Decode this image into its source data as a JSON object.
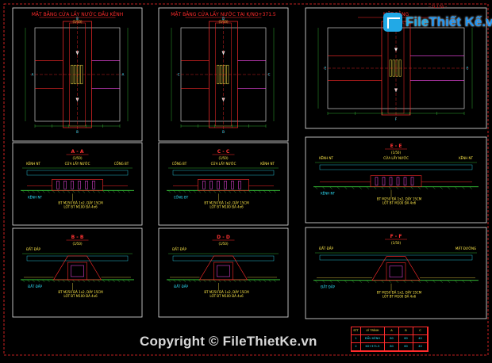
{
  "logo": {
    "brand": "File",
    "rest": "Thiết Kế",
    "tld": ".vn"
  },
  "copyright": "Copyright © FileThietKe.vn",
  "scale_note": "-- TL 1:50 --",
  "plans": [
    {
      "title": "MẶT BẰNG CỬA LẤY NƯỚC ĐẦU KÊNH",
      "scale": "(1/50)",
      "mark_a": "A",
      "mark_b": "B"
    },
    {
      "title": "MẶT BẰNG CỬA LẤY NƯỚC TẠI K/NO+371.5",
      "scale": "(1/50)",
      "mark_a": "C",
      "mark_b": "D"
    },
    {
      "title": "MẶT BẰNG",
      "scale": "(1/50)",
      "mark_a": "E",
      "mark_b": "F"
    }
  ],
  "sections": [
    {
      "title": "A - A",
      "scale": "(1/50)",
      "left": "KÊNH NT",
      "mid": "CỬA LẤY NƯỚC",
      "right": "CỐNG BT",
      "note1": "BT M250 ĐÁ 1x2, DÀY 15CM",
      "note2": "LÓT BT M100 ĐÁ 4x6"
    },
    {
      "title": "C - C",
      "scale": "(1/50)",
      "left": "CỐNG BT",
      "mid": "CỬA LẤY NƯỚC",
      "right": "KÊNH NT",
      "note1": "BT M250 ĐÁ 1x2, DÀY 15CM",
      "note2": "LÓT BT M100 ĐÁ 4x6"
    },
    {
      "title": "E - E",
      "scale": "(1/50)",
      "left": "KÊNH NT",
      "mid": "CỬA LẤY NƯỚC",
      "right": "KÊNH NT",
      "note1": "BT M250 ĐÁ 1x2, DÀY 15CM",
      "note2": "LÓT BT M100 ĐÁ 4x6"
    },
    {
      "title": "B - B",
      "scale": "(1/50)",
      "left": "ĐẤT ĐẮP",
      "mid": "",
      "right": "",
      "note1": "BT M250 ĐÁ 1x2, DÀY 15CM",
      "note2": "LÓT BT M100 ĐÁ 4x6"
    },
    {
      "title": "D - D",
      "scale": "(1/50)",
      "left": "ĐẤT ĐẮP",
      "mid": "",
      "right": "",
      "note1": "BT M250 ĐÁ 1x2, DÀY 15CM",
      "note2": "LÓT BT M100 ĐÁ 4x6"
    },
    {
      "title": "F - F",
      "scale": "(1/50)",
      "left": "ĐẤT ĐẮP",
      "mid": "",
      "right": "MẶT ĐƯỜNG",
      "note1": "BT M250 ĐÁ 1x2, DÀY 15CM",
      "note2": "LÓT BT M100 ĐÁ 4x6"
    }
  ],
  "legend": {
    "header": [
      "STT",
      "LÝ TRÌNH",
      "A",
      "B",
      "C"
    ],
    "rows": [
      [
        "1",
        "ĐẦU KÊNH",
        "80",
        "60",
        "40"
      ],
      [
        "2",
        "K0+371.5",
        "80",
        "60",
        "40"
      ]
    ]
  },
  "colors": {
    "frame": "#e8e8e8",
    "red": "#ff2b2b",
    "yellow": "#ffe94a",
    "cyan": "#2ee6ff",
    "green": "#3cd23c",
    "magenta": "#ff4df2",
    "brand": "#22a9e6"
  }
}
